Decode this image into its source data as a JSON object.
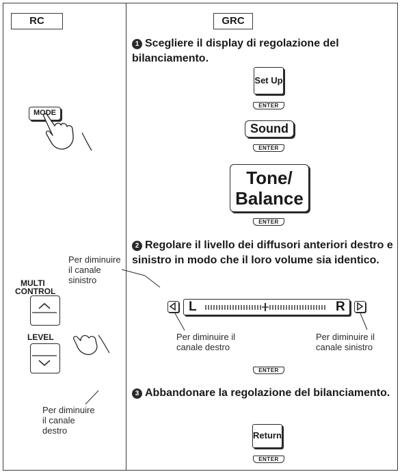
{
  "header": {
    "rc_tab": "RC",
    "grc_tab": "GRC"
  },
  "steps": [
    {
      "number": "1",
      "text": "Scegliere il display di regolazione del bilanciamento."
    },
    {
      "number": "2",
      "text": "Regolare il livello dei diffusori anteriori destro e sinistro in modo che il loro volume sia identico."
    },
    {
      "number": "3",
      "text": "Abbandonare la regolazione del bilanciamento."
    }
  ],
  "buttons": {
    "setup": "Set Up",
    "sound": "Sound",
    "tone_line1": "Tone/",
    "tone_line2": "Balance",
    "return": "Return",
    "enter": "ENTER",
    "mode": "MODE"
  },
  "balance": {
    "left": "L",
    "right": "R"
  },
  "rc_labels": {
    "multi": "MULTI",
    "control": "CONTROL",
    "level": "LEVEL"
  },
  "notes": {
    "left_top": [
      "Per diminuire",
      "il canale",
      "sinistro"
    ],
    "left_bottom": [
      "Per diminuire",
      "il canale",
      "destro"
    ],
    "bar_left": [
      "Per diminuire il",
      "canale destro"
    ],
    "bar_right": [
      "Per diminuire il",
      "canale sinistro"
    ]
  },
  "icons": [
    "hand-press-icon",
    "left-arrow-icon",
    "right-arrow-icon",
    "up-arrow-icon",
    "down-arrow-icon"
  ]
}
